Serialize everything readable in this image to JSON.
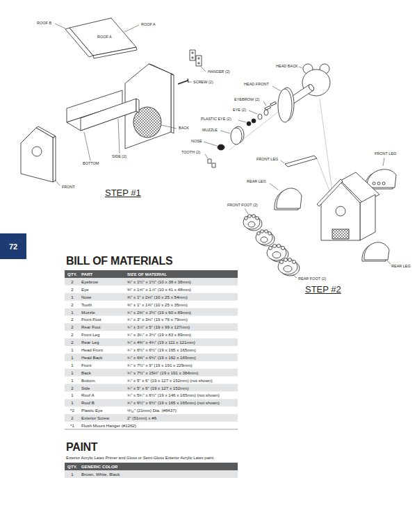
{
  "diagram": {
    "nodes": [
      {
        "text": [
          "72"
        ]
      }
    ],
    "labels": [
      "ROOF B",
      "ROOF A",
      "ROOF A",
      "HANGER (2)",
      "SCREW (2)",
      "BACK",
      "SIDE (2)",
      "BOTTOM",
      "FRONT",
      "STEP #1",
      "HEAD BACK",
      "HEAD FRONT",
      "EYEBROW (2)",
      "EYE (2)",
      "PLASTIC EYE (2)",
      "MUZZLE",
      "NOSE",
      "TOOTH (2)",
      "FRONT LEG",
      "FRONT LEG",
      "REAR LEG",
      "FRONT FOOT (2)",
      "REAR FOOT (2)",
      "REAR LEG",
      "STEP #2",
      "BILL OF MATERIALS",
      "QTY.",
      "PART",
      "SIZE OF MATERIAL",
      "2",
      "Eyebrow",
      "⅜\" x 1½\" x 1½\" (10 x 38 x 38mm)",
      "2",
      "Eye",
      "⅜\" x 1⅝\" x 1⅞\" (10 x 41 x 48mm)",
      "1",
      "Nose",
      "⅜\" x 1\" x 2⅛\" (10 x 25 x 54mm)",
      "2",
      "Tooth",
      "⅜\" x 1\" x 1⅜\" (10 x 25 x 35mm)",
      "1",
      "Muzzle",
      "¾\" x 2⅜\" x 3½\" (19 x 60 x 89mm)",
      "2",
      "Front Foot",
      "¾\" x 3\" x 3⅛\" (19 x 76 x 79mm)",
      "2",
      "Rear Foot",
      "¾\" x 3⅞\" x 5\" (19 x 99 x 127mm)",
      "2",
      "Front Leg",
      "¾\" x 3¼\" x 3½\" (19 x 83 x 89mm)",
      "2",
      "Rear Leg",
      "¾\" x 4⅜\" x 4¾\" (19 x 111 x 121mm)",
      "1",
      "Head Front",
      "¾\" x 6½\" x 6½\" (19 x 165 x 165mm)",
      "1",
      "Head Back",
      "¾\" x 6⅜\" x 6½\" (19 x 162 x 165mm)",
      "1",
      "Front",
      "¾\" x 7½\" x 9\" (19 x 191 x 229mm)",
      "1",
      "Back",
      "¾\" x 7½\" x 15⅛\" (19 x 191 x 384mm)",
      "1",
      "Bottom",
      "¾\" x 5\" x 6\" (19 x 127 x 152mm) (not shown)",
      "2",
      "Side",
      "¾\" x 5\" x 6\" (19 x 127 x 152mm)",
      "1",
      "Roof A",
      "¾\" x 5¾\" x 6½\" (19 x 146 x 165mm) (not shown)",
      "1",
      "Roof B",
      "¾\" x 6½\" x 6½\" (19 x 165 x 165mm) (not shown)",
      "*2",
      "Plastic Eye",
      "¹³⁄₁₆\" (21mm) Dia. (#8437)",
      "2",
      "Exterior Screw",
      "2\" (51mm) x #6",
      "*1",
      "Flush Mount Hanger (#1262)",
      "PAINT",
      "Exterior Acrylic Latex Primer and Gloss or Semi-Gloss Exterior Acrylic Latex paint.",
      "QTY.",
      "GENERIC COLOR",
      "1",
      "Brown, White, Black"
    ]
  }
}
